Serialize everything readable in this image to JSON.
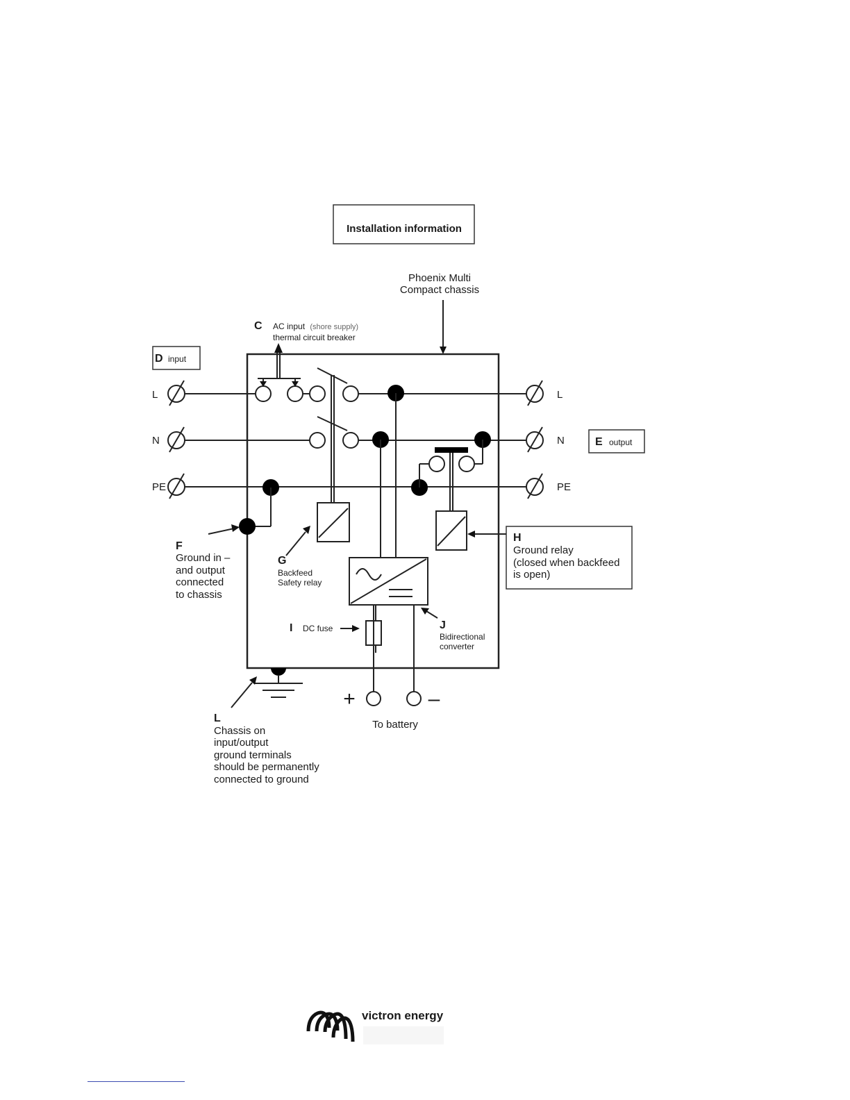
{
  "title": "Installation information",
  "chassis_label": [
    "Phoenix Multi",
    "Compact chassis"
  ],
  "ac_input": {
    "letter": "C",
    "title": "AC input",
    "note": "(shore supply)",
    "subtitle": "thermal circuit breaker"
  },
  "input_box": {
    "letter": "D",
    "label": "input"
  },
  "output_box": {
    "letter": "E",
    "label": "output"
  },
  "left_terminals": [
    "L",
    "N",
    "PE"
  ],
  "right_terminals": [
    "L",
    "N",
    "PE"
  ],
  "callout_f": {
    "letter": "F",
    "lines": [
      "Ground in –",
      "and output",
      "connected",
      "to chassis"
    ]
  },
  "callout_g": {
    "letter": "G",
    "lines": [
      "Backfeed",
      "Safety relay"
    ]
  },
  "callout_h": {
    "letter": "H",
    "lines": [
      "Ground relay",
      "(closed when backfeed",
      "is open)"
    ]
  },
  "callout_i": {
    "letter": "I",
    "label": "DC fuse"
  },
  "callout_j": {
    "letter": "J",
    "lines": [
      "Bidirectional",
      "converter"
    ]
  },
  "callout_l": {
    "letter": "L",
    "lines": [
      "Chassis on",
      "input/output",
      "ground terminals",
      "should be permanently",
      "connected to ground"
    ]
  },
  "battery": {
    "plus": "+",
    "minus": "–",
    "label": "To battery"
  },
  "brand": "victron energy"
}
